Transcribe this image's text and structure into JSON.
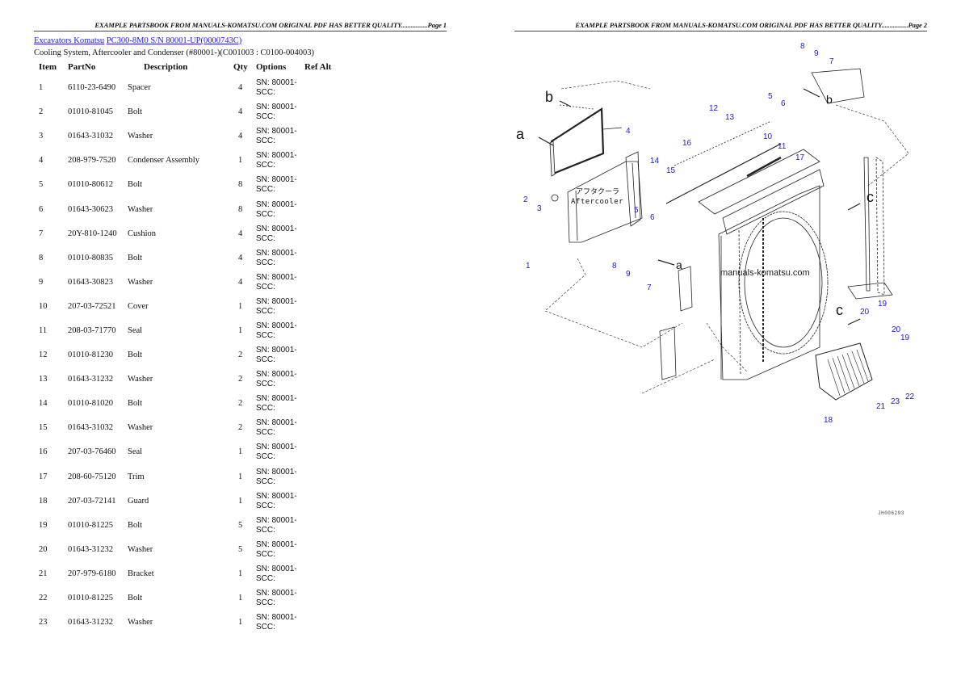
{
  "page1": {
    "header": "EXAMPLE PARTSBOOK FROM MANUALS-KOMATSU.COM ORIGINAL PDF HAS BETTER QUALITY................Page 1",
    "breadcrumb": {
      "link1": "Excavators Komatsu",
      "link2": "PC300-8M0 S/N 80001-UP(0000743C)"
    },
    "subtitle": "Cooling System, Aftercooler and Condenser (#80001-)(C001003 : C0100-004003)",
    "table": {
      "headers": [
        "Item",
        "PartNo",
        "Description",
        "Qty",
        "Options",
        "Ref Alt"
      ],
      "rows": [
        {
          "item": "1",
          "part": "6110-23-6490",
          "desc": "Spacer",
          "qty": "4",
          "opt1": "SN: 80001-",
          "opt2": "SCC:"
        },
        {
          "item": "2",
          "part": "01010-81045",
          "desc": "Bolt",
          "qty": "4",
          "opt1": "SN: 80001-",
          "opt2": "SCC:"
        },
        {
          "item": "3",
          "part": "01643-31032",
          "desc": "Washer",
          "qty": "4",
          "opt1": "SN: 80001-",
          "opt2": "SCC:"
        },
        {
          "item": "4",
          "part": "208-979-7520",
          "desc": "Condenser Assembly",
          "qty": "1",
          "opt1": "SN: 80001-",
          "opt2": "SCC:"
        },
        {
          "item": "5",
          "part": "01010-80612",
          "desc": "Bolt",
          "qty": "8",
          "opt1": "SN: 80001-",
          "opt2": "SCC:"
        },
        {
          "item": "6",
          "part": "01643-30623",
          "desc": "Washer",
          "qty": "8",
          "opt1": "SN: 80001-",
          "opt2": "SCC:"
        },
        {
          "item": "7",
          "part": "20Y-810-1240",
          "desc": "Cushion",
          "qty": "4",
          "opt1": "SN: 80001-",
          "opt2": "SCC:"
        },
        {
          "item": "8",
          "part": "01010-80835",
          "desc": "Bolt",
          "qty": "4",
          "opt1": "SN: 80001-",
          "opt2": "SCC:"
        },
        {
          "item": "9",
          "part": "01643-30823",
          "desc": "Washer",
          "qty": "4",
          "opt1": "SN: 80001-",
          "opt2": "SCC:"
        },
        {
          "item": "10",
          "part": "207-03-72521",
          "desc": "Cover",
          "qty": "1",
          "opt1": "SN: 80001-",
          "opt2": "SCC:"
        },
        {
          "item": "11",
          "part": "208-03-71770",
          "desc": "Seal",
          "qty": "1",
          "opt1": "SN: 80001-",
          "opt2": "SCC:"
        },
        {
          "item": "12",
          "part": "01010-81230",
          "desc": "Bolt",
          "qty": "2",
          "opt1": "SN: 80001-",
          "opt2": "SCC:"
        },
        {
          "item": "13",
          "part": "01643-31232",
          "desc": "Washer",
          "qty": "2",
          "opt1": "SN: 80001-",
          "opt2": "SCC:"
        },
        {
          "item": "14",
          "part": "01010-81020",
          "desc": "Bolt",
          "qty": "2",
          "opt1": "SN: 80001-",
          "opt2": "SCC:"
        },
        {
          "item": "15",
          "part": "01643-31032",
          "desc": "Washer",
          "qty": "2",
          "opt1": "SN: 80001-",
          "opt2": "SCC:"
        },
        {
          "item": "16",
          "part": "207-03-76460",
          "desc": "Seal",
          "qty": "1",
          "opt1": "SN: 80001-",
          "opt2": "SCC:"
        },
        {
          "item": "17",
          "part": "208-60-75120",
          "desc": "Trim",
          "qty": "1",
          "opt1": "SN: 80001-",
          "opt2": "SCC:"
        },
        {
          "item": "18",
          "part": "207-03-72141",
          "desc": "Guard",
          "qty": "1",
          "opt1": "SN: 80001-",
          "opt2": "SCC:"
        },
        {
          "item": "19",
          "part": "01010-81225",
          "desc": "Bolt",
          "qty": "5",
          "opt1": "SN: 80001-",
          "opt2": "SCC:"
        },
        {
          "item": "20",
          "part": "01643-31232",
          "desc": "Washer",
          "qty": "5",
          "opt1": "SN: 80001-",
          "opt2": "SCC:"
        },
        {
          "item": "21",
          "part": "207-979-6180",
          "desc": "Bracket",
          "qty": "1",
          "opt1": "SN: 80001-",
          "opt2": "SCC:"
        },
        {
          "item": "22",
          "part": "01010-81225",
          "desc": "Bolt",
          "qty": "1",
          "opt1": "SN: 80001-",
          "opt2": "SCC:"
        },
        {
          "item": "23",
          "part": "01643-31232",
          "desc": "Washer",
          "qty": "1",
          "opt1": "SN: 80001-",
          "opt2": "SCC:"
        }
      ]
    }
  },
  "page2": {
    "header": "EXAMPLE PARTSBOOK FROM MANUALS-KOMATSU.COM ORIGINAL PDF HAS BETTER QUALITY................Page 2",
    "diagram": {
      "watermark": "manuals-komatsu.com",
      "aftercooler_label_jp": "アフタクーラ",
      "aftercooler_label": "Aftercooler",
      "figure_code": "JH006293",
      "view_letters": [
        "a",
        "b",
        "c"
      ],
      "callout_color": "#1a1ad0",
      "callouts": [
        "1",
        "2",
        "3",
        "4",
        "5",
        "6",
        "7",
        "8",
        "9",
        "10",
        "11",
        "12",
        "13",
        "14",
        "15",
        "16",
        "17",
        "18",
        "19",
        "20",
        "21",
        "22",
        "23"
      ]
    }
  },
  "colors": {
    "link": "#1a1aee",
    "callout": "#1a1ad0"
  }
}
